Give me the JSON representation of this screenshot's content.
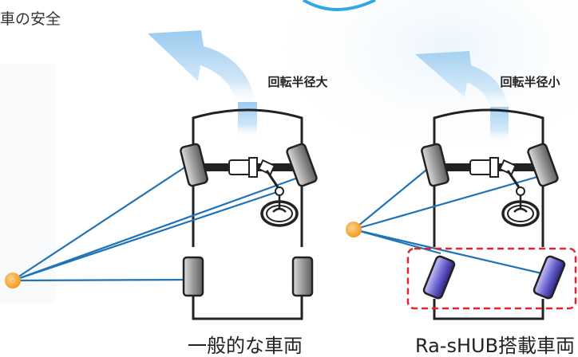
{
  "header_fragment": "車の安全",
  "left_vehicle": {
    "caption": "一般的な車両",
    "radius_label": "回転半径大"
  },
  "right_vehicle": {
    "caption": "Ra-sHUB搭載車両",
    "radius_label": "回転半径小"
  },
  "colors": {
    "body_outline": "#222222",
    "wheel_front": "#8a8a8a",
    "wheel_rear_steer": "#6b63c9",
    "steer_lines": "#1f73b7",
    "pivot_point": "#f39b21",
    "highlight_box": "#e0262b",
    "arrow": "#a9d4f3"
  },
  "icons": [
    "curved-arrow-icon",
    "steering-wheel-icon",
    "wheel-icon",
    "turn-center-icon"
  ]
}
